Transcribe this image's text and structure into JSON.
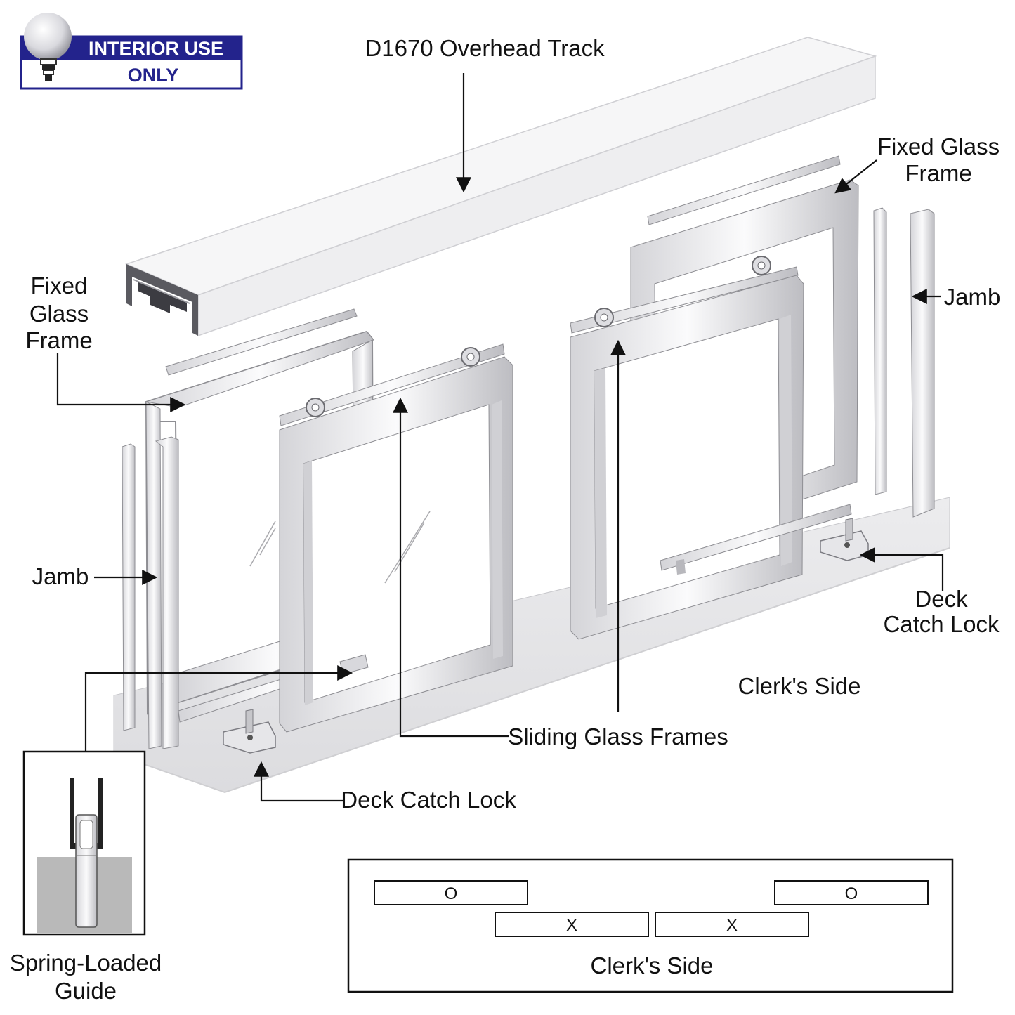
{
  "badge": {
    "line1": "INTERIOR USE",
    "line2": "ONLY"
  },
  "labels": {
    "overhead_track": "D1670 Overhead Track",
    "fixed_glass_frame_left": [
      "Fixed",
      "Glass",
      "Frame"
    ],
    "fixed_glass_frame_right": [
      "Fixed Glass",
      "Frame"
    ],
    "jamb_left": "Jamb",
    "jamb_right": "Jamb",
    "deck_catch_lock_right": [
      "Deck",
      "Catch Lock"
    ],
    "clerks_side": "Clerk's Side",
    "sliding_glass_frames": "Sliding Glass Frames",
    "deck_catch_lock_bottom": "Deck Catch Lock",
    "spring_loaded_guide": [
      "Spring-Loaded",
      "Guide"
    ]
  },
  "plan": {
    "fixed_marker_left": "O",
    "fixed_marker_right": "O",
    "sliding_marker_left": "X",
    "sliding_marker_right": "X",
    "caption": "Clerk's Side"
  },
  "colors": {
    "badge_blue": "#23238c",
    "line": "#111111",
    "metal_light": "#f1f1f3",
    "metal_mid": "#c9c9cd",
    "metal_dark": "#8e8e93",
    "inset_gray": "#b9b9b9"
  }
}
